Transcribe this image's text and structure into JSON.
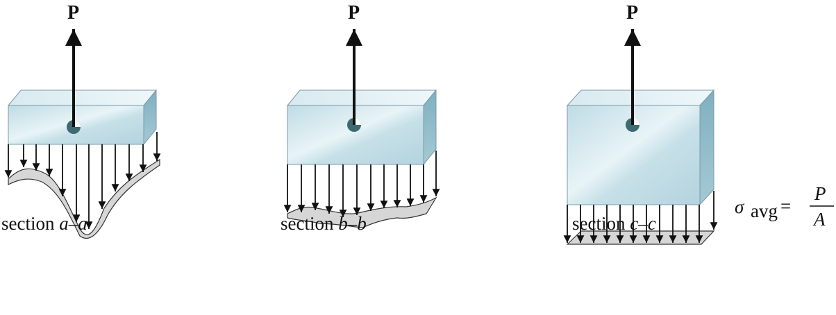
{
  "force_label": "P",
  "sections": [
    {
      "prefix": "section ",
      "name": "a–a"
    },
    {
      "prefix": "section ",
      "name": "b–b"
    },
    {
      "prefix": "section ",
      "name": "c–c"
    }
  ],
  "formula": {
    "symbol": "σ",
    "subscript": "avg",
    "equals": "=",
    "numerator": "P",
    "denominator": "A"
  },
  "colors": {
    "block_front": "#cfe6ee",
    "block_top": "#e3f1f5",
    "block_side": "#8fbccb",
    "block_edge": "#7a9aa6",
    "hole": "#3e6a72",
    "surface": "#d6d6d6",
    "ink": "#111111"
  }
}
